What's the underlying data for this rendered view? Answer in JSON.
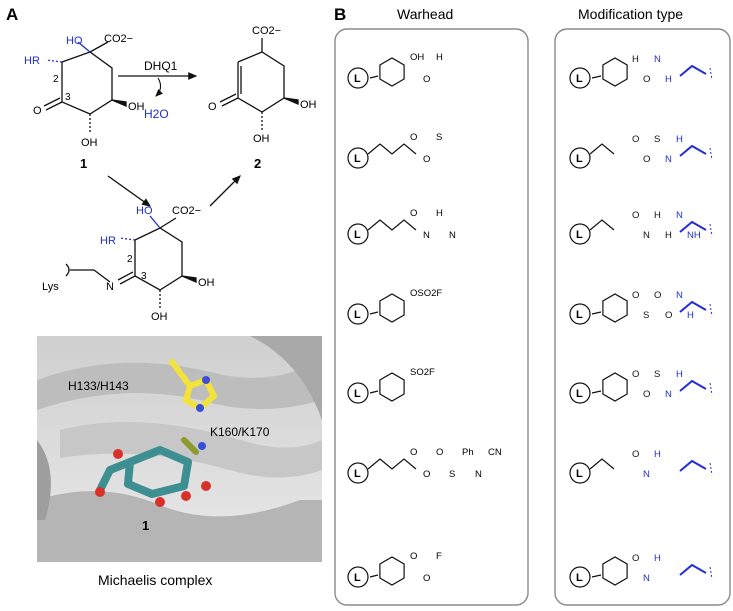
{
  "panel_a": {
    "label": "A",
    "reaction": {
      "enzyme": "DHQ1",
      "byproduct": "H2O",
      "compound_1": "1",
      "compound_2": "2"
    },
    "atoms": {
      "ho": "HO",
      "oh": "OH",
      "o": "O",
      "co2": "CO2−",
      "hr": "HR",
      "c2": "2",
      "c3": "3",
      "lys": "Lys",
      "n": "N"
    },
    "complex": {
      "residue_his": "H133/H143",
      "residue_lys": "K160/K170",
      "ligand": "1",
      "caption": "Michaelis complex"
    }
  },
  "panel_b": {
    "label": "B",
    "col_warhead": "Warhead",
    "col_modification": "Modification type",
    "ligand_symbol": "L",
    "rows": [
      {
        "warhead_text": [
          "OH",
          "O",
          "H"
        ],
        "mod_text": [
          "H",
          "O",
          "N",
          "H"
        ]
      },
      {
        "warhead_text": [
          "O",
          "O",
          "S"
        ],
        "mod_text": [
          "O",
          "O",
          "S",
          "N",
          "H"
        ]
      },
      {
        "warhead_text": [
          "O",
          "N",
          "H",
          "N"
        ],
        "mod_text": [
          "O",
          "N",
          "H",
          "H",
          "N",
          "NH"
        ]
      },
      {
        "warhead_text": [
          "OSO2F"
        ],
        "mod_text": [
          "O",
          "S",
          "O",
          "O",
          "N",
          "H"
        ]
      },
      {
        "warhead_text": [
          "SO2F"
        ],
        "mod_text": [
          "O",
          "O",
          "S",
          "N",
          "H"
        ]
      },
      {
        "warhead_text": [
          "O",
          "O",
          "O",
          "S",
          "Ph",
          "N",
          "CN"
        ],
        "mod_text": [
          "O",
          "N",
          "H"
        ]
      },
      {
        "warhead_text": [
          "O",
          "O",
          "F"
        ],
        "mod_text": [
          "O",
          "N",
          "H"
        ]
      }
    ]
  },
  "colors": {
    "blue": "#1f2fd1",
    "yellow_his": "#f2e23a",
    "teal_ligand": "#3d8f92",
    "olive_lys": "#8c9a2e",
    "protein_bg": "#d9d9d9"
  }
}
